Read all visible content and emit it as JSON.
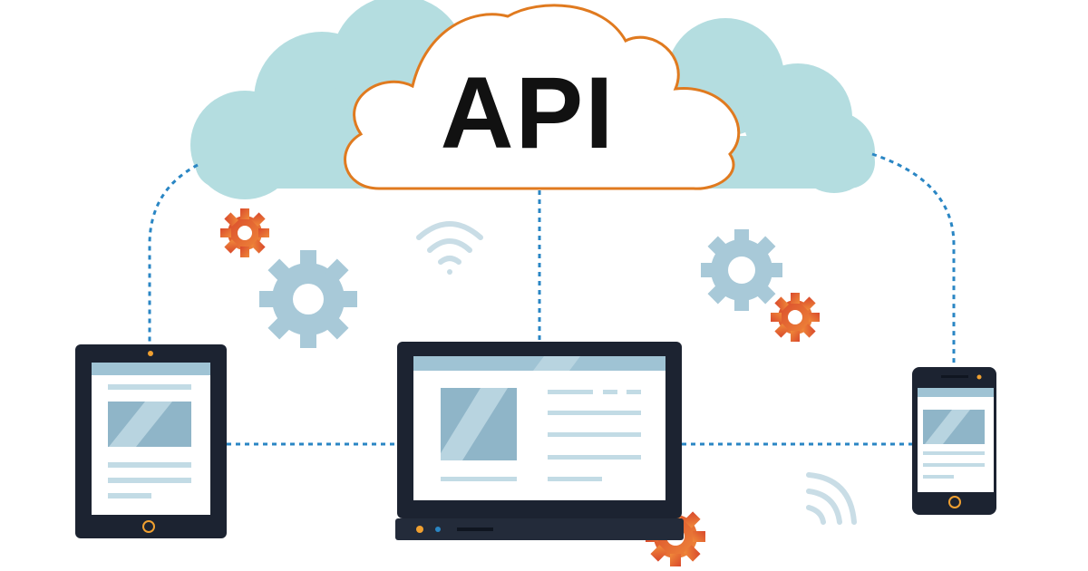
{
  "diagram": {
    "center_label": "API",
    "nodes": [
      {
        "id": "cloud",
        "kind": "cloud",
        "label": "API"
      },
      {
        "id": "tablet",
        "kind": "tablet-device"
      },
      {
        "id": "laptop",
        "kind": "laptop-device"
      },
      {
        "id": "phone",
        "kind": "phone-device"
      }
    ],
    "connections": [
      {
        "from": "cloud",
        "to": "tablet",
        "style": "dotted"
      },
      {
        "from": "cloud",
        "to": "laptop",
        "style": "dotted"
      },
      {
        "from": "cloud",
        "to": "phone",
        "style": "dotted"
      },
      {
        "from": "tablet",
        "to": "laptop",
        "style": "dotted"
      },
      {
        "from": "laptop",
        "to": "phone",
        "style": "dotted"
      }
    ],
    "icons": [
      "gear-icon",
      "wifi-icon",
      "signal-icon"
    ]
  },
  "colors": {
    "cloud_back": "#b4dde0",
    "cloud_outline": "#e07a1f",
    "connector": "#2a86c4",
    "device_frame": "#1c2331",
    "screen_bar": "#9fc3d4",
    "content_block": "#8fb5c8",
    "gear_orange": "#e2622f",
    "gear_blue": "#a8c9d8",
    "wifi": "#c9dde6"
  }
}
